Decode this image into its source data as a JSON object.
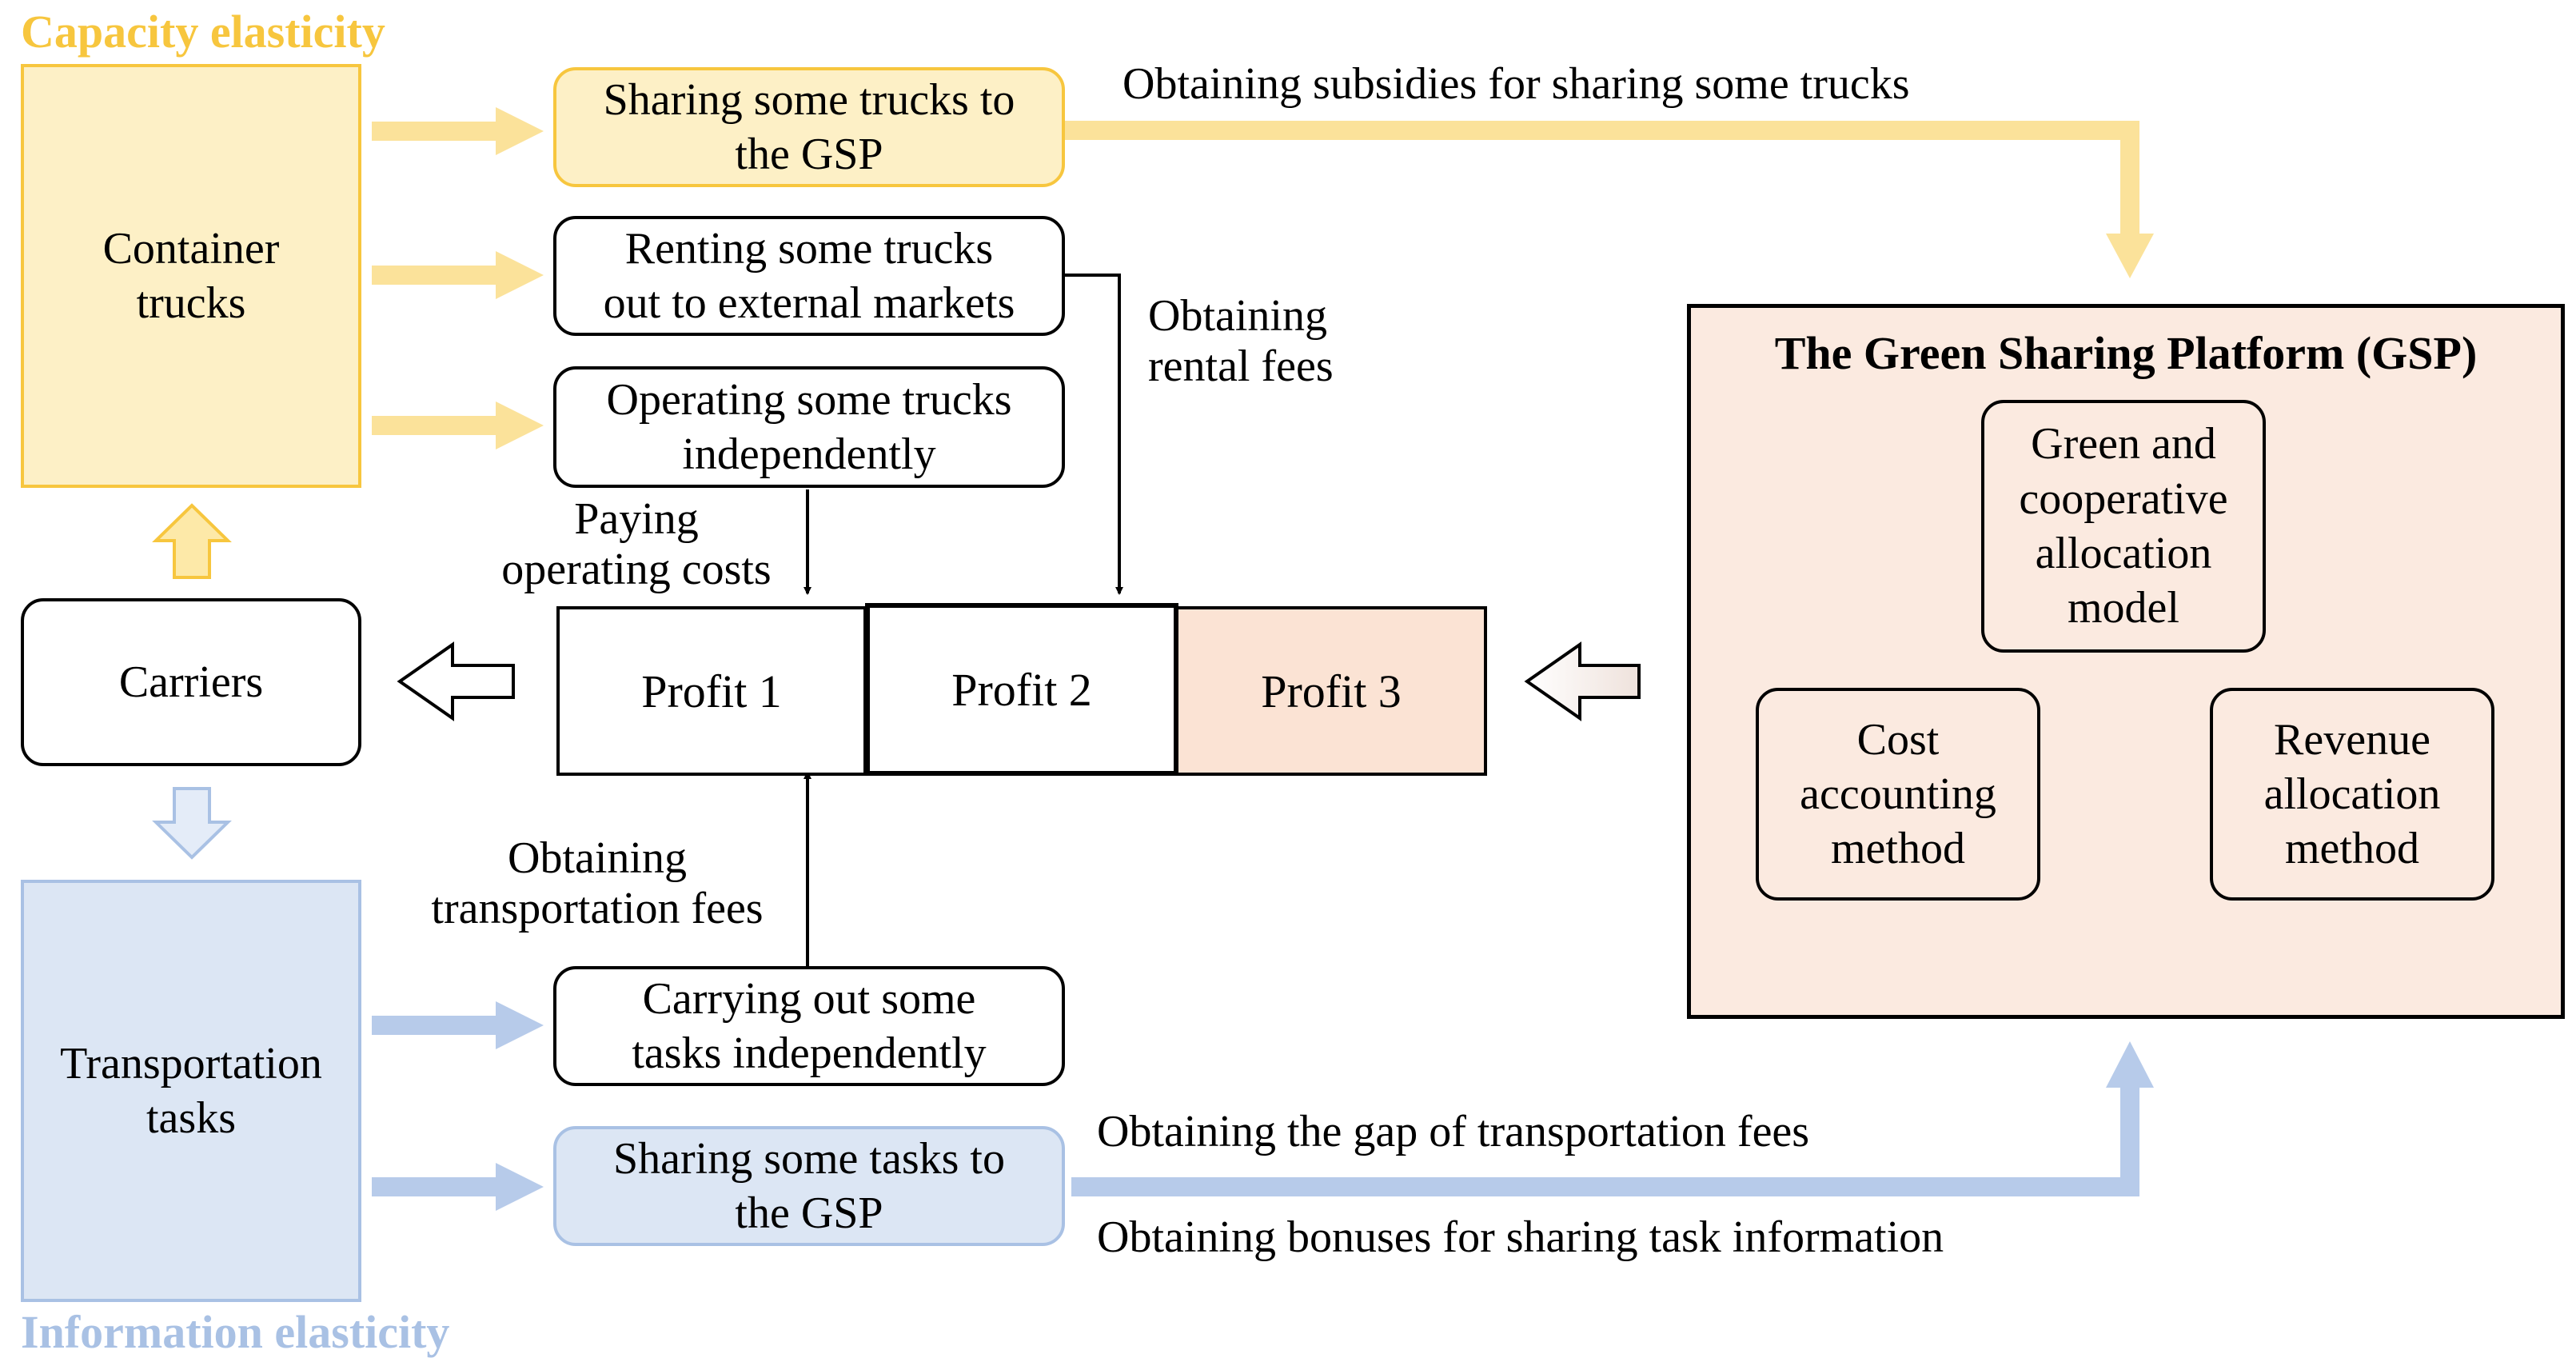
{
  "colors": {
    "yellow_fill": "#fdf0c6",
    "yellow_stroke": "#f7c63e",
    "yellow_arrow": "#fbe29a",
    "blue_fill": "#dce6f4",
    "blue_stroke": "#a9c1e4",
    "blue_arrow": "#b7cbea",
    "gsp_fill": "#fbeae0",
    "profit3_fill": "#fbe3d4"
  },
  "headers": {
    "capacity": "Capacity elasticity",
    "information": "Information elasticity"
  },
  "left": {
    "container_trucks": "Container\ntrucks",
    "carriers": "Carriers",
    "transportation_tasks": "Transportation\ntasks"
  },
  "middle": {
    "sharing_trucks": "Sharing some trucks to\nthe GSP",
    "renting_trucks": "Renting some trucks\nout to external markets",
    "operating_trucks": "Operating some trucks\nindependently",
    "carrying_tasks": "Carrying out some\ntasks independently",
    "sharing_tasks": "Sharing some tasks to\nthe GSP"
  },
  "profits": [
    "Profit 1",
    "Profit 2",
    "Profit 3"
  ],
  "labels": {
    "subsidies": "Obtaining subsidies for sharing some trucks",
    "rental_fees": "Obtaining\nrental fees",
    "operating_costs": "Paying\noperating costs",
    "transport_fees": "Obtaining\ntransportation fees",
    "gap_fees": "Obtaining the gap of transportation fees",
    "bonuses": "Obtaining bonuses for sharing task information"
  },
  "gsp": {
    "title": "The Green Sharing Platform (GSP)",
    "model": "Green and\ncooperative\nallocation\nmodel",
    "cost": "Cost\naccounting\nmethod",
    "revenue": "Revenue\nallocation\nmethod"
  }
}
